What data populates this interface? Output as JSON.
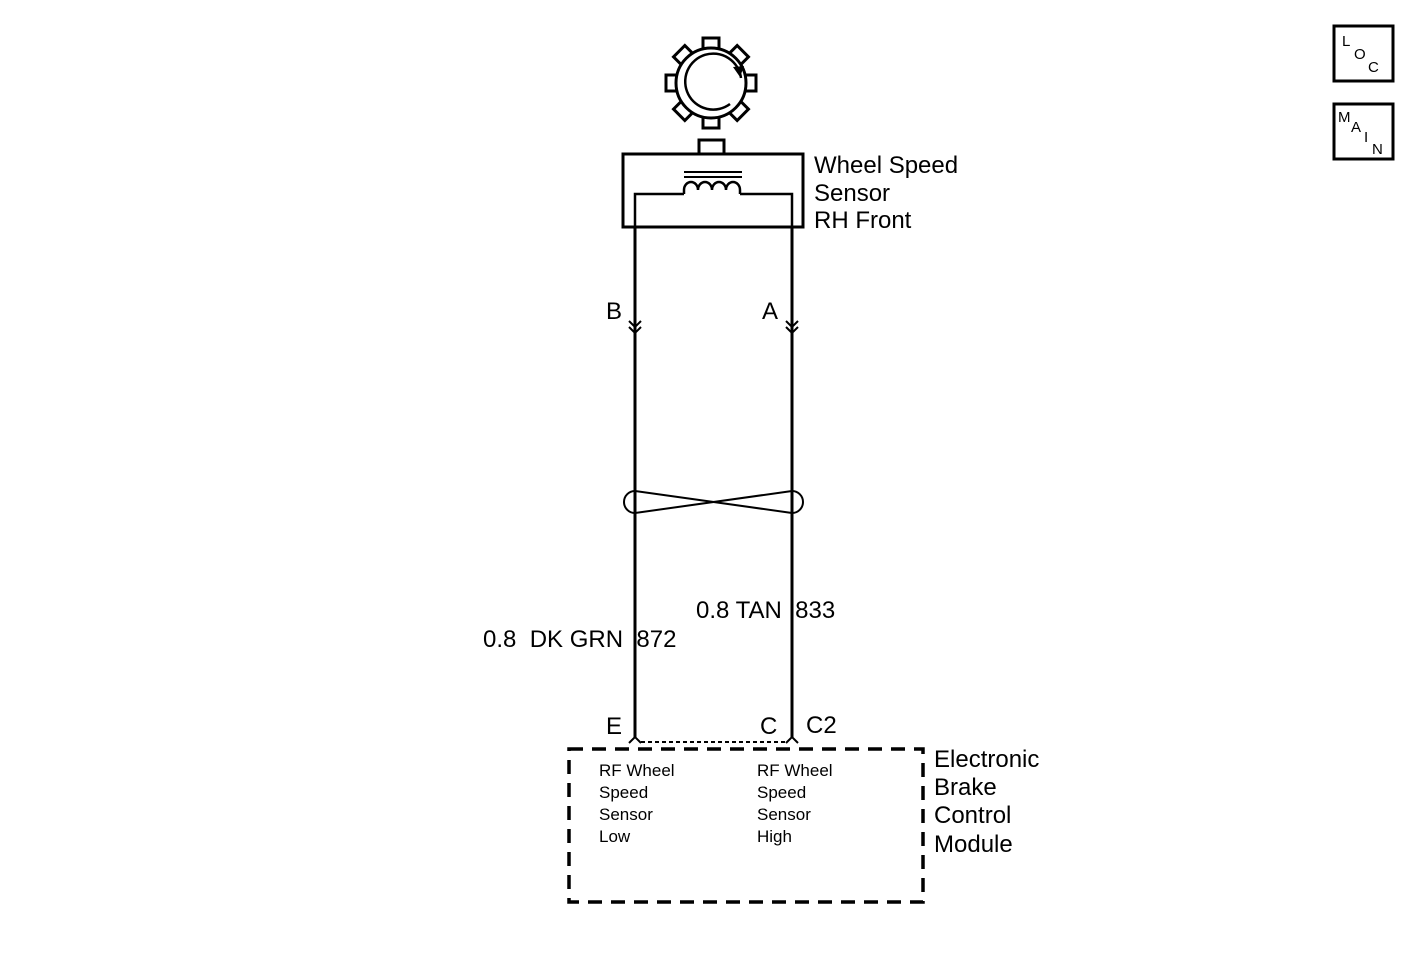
{
  "colors": {
    "line": "#000000",
    "background": "#ffffff"
  },
  "nav": {
    "loc_letters": [
      "L",
      "O",
      "C"
    ],
    "main_letters": [
      "M",
      "A",
      "I",
      "N"
    ]
  },
  "sensor": {
    "name_lines": [
      "Wheel Speed",
      "Sensor",
      "RH Front"
    ],
    "icon": "tone-wheel-icon"
  },
  "wires": {
    "left": {
      "pin_top": "B",
      "pin_bottom": "E",
      "label": "0.8  DK GRN  872"
    },
    "right": {
      "pin_top": "A",
      "pin_bottom": "C",
      "label": "0.8 TAN  833"
    },
    "connector": "C2"
  },
  "module": {
    "name_lines": [
      "Electronic",
      "Brake",
      "Control",
      "Module"
    ],
    "left_terminal_lines": [
      "RF Wheel",
      "Speed",
      "Sensor",
      "Low"
    ],
    "right_terminal_lines": [
      "RF Wheel",
      "Speed",
      "Sensor",
      "High"
    ]
  }
}
